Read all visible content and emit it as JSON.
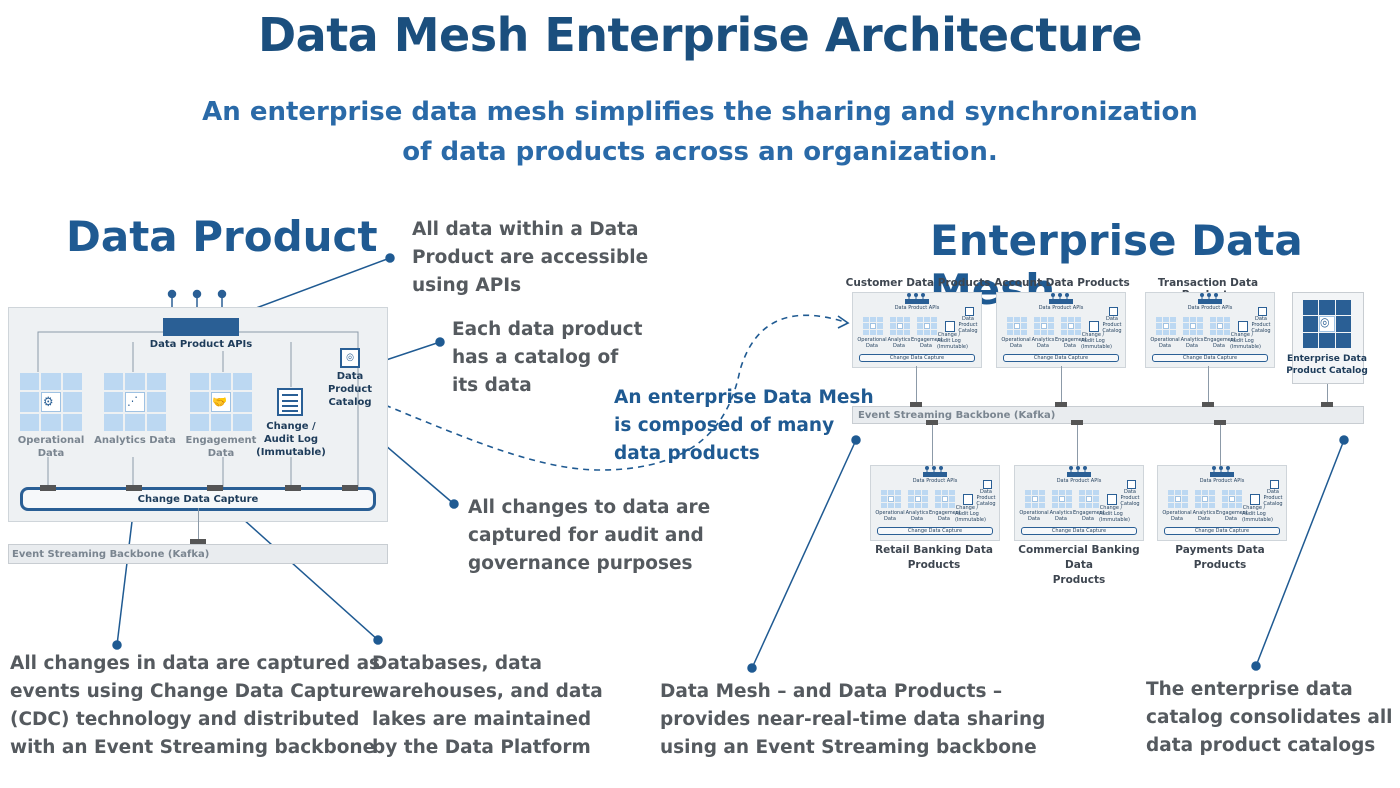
{
  "header": {
    "title": "Data Mesh Enterprise Architecture",
    "subtitle_line1": "An enterprise data mesh simplifies the sharing and synchronization",
    "subtitle_line2": "of data products across an organization."
  },
  "data_product": {
    "section_title": "Data Product",
    "api_label": "Data Product APIs",
    "stores": [
      {
        "label1": "Operational",
        "label2": "Data",
        "icon": "gears-icon"
      },
      {
        "label1": "Analytics Data",
        "label2": "",
        "icon": "scatter-chart-icon"
      },
      {
        "label1": "Engagement",
        "label2": "Data",
        "icon": "handshake-icon"
      }
    ],
    "change_log": {
      "line1": "Change /",
      "line2": "Audit Log",
      "line3": "(Immutable)"
    },
    "catalog": {
      "line1": "Data",
      "line2": "Product",
      "line3": "Catalog"
    },
    "cdc_label": "Change Data Capture",
    "backbone_label": "Event Streaming Backbone (Kafka)"
  },
  "mesh": {
    "section_title": "Enterprise Data Mesh",
    "top_products": [
      "Customer Data Products",
      "Account Data Products",
      "Transaction Data Products"
    ],
    "bottom_products": [
      {
        "line1": "Retail Banking Data",
        "line2": "Products"
      },
      {
        "line1": "Commercial Banking Data",
        "line2": "Products"
      },
      {
        "line1": "Payments Data Products",
        "line2": ""
      }
    ],
    "catalog": {
      "line1": "Enterprise Data",
      "line2": "Product Catalog"
    },
    "backbone_label": "Event Streaming Backbone (Kafka)",
    "mini": {
      "api": "Data Product APIs",
      "op": "Operational Data",
      "an": "Analytics Data",
      "en": "Engagement Data",
      "log": "Change / Audit Log (Immutable)",
      "cat": "Data Product Catalog",
      "cdc": "Change Data Capture"
    }
  },
  "notes": {
    "apis": [
      "All data within a Data",
      "Product are accessible",
      "using APIs"
    ],
    "catalog": [
      "Each data product",
      "has a catalog of",
      "its data"
    ],
    "composed": [
      "An enterprise Data Mesh",
      "is composed of many",
      "data products"
    ],
    "changes": [
      "All changes to data are",
      "captured for audit and",
      "governance purposes"
    ],
    "cdc": [
      "All changes in data are captured as",
      "events using Change Data Capture",
      "(CDC) technology and distributed",
      "with an Event Streaming backbone"
    ],
    "platform": [
      "Databases, data",
      "warehouses, and data",
      "lakes are maintained",
      "by the Data Platform"
    ],
    "sharing": [
      "Data Mesh – and Data Products –",
      "provides near-real-time data sharing",
      "using an Event Streaming backbone"
    ],
    "enterprise_catalog": [
      "The enterprise data",
      "catalog consolidates all",
      "data product catalogs"
    ]
  },
  "colors": {
    "title": "#1b4f7e",
    "accent": "#2a5f95",
    "grid": "#bcd8f2",
    "note": "#555a5f",
    "panel": "#eef1f3"
  }
}
